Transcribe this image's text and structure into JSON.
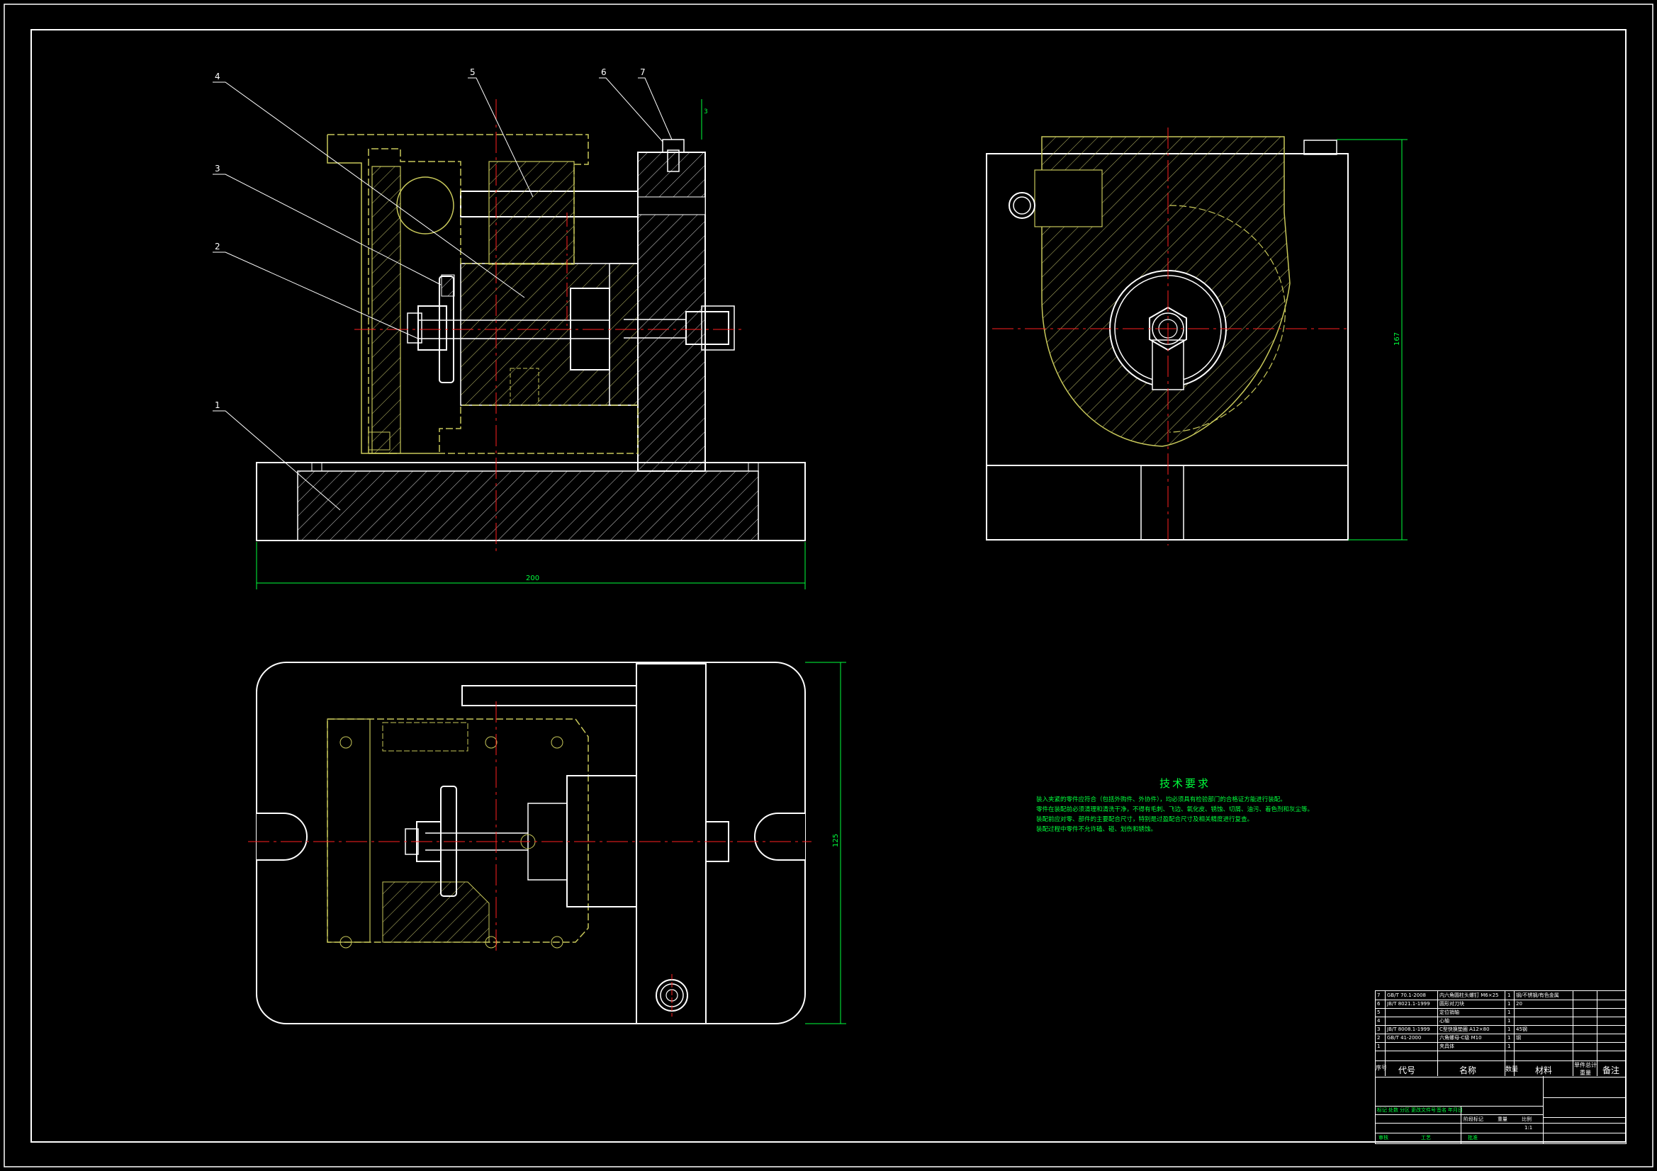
{
  "colors": {
    "background": "#000000",
    "outline": "#ffffff",
    "hidden_part": "#c8c85a",
    "center_line": "#ff2020",
    "dimension": "#00ff3c",
    "hatch": "#bfbf6a"
  },
  "balloons": [
    "1",
    "2",
    "3",
    "4",
    "5",
    "6",
    "7"
  ],
  "dimensions": {
    "front_width": "200",
    "side_height": "167",
    "top_height": "125",
    "top_small": "3"
  },
  "tech": {
    "title": "技术要求",
    "lines": [
      "装入夹紧的零件应符合（包括外购件、外协件），均必须具有检验部门的合格证方能进行装配。",
      "零件在装配前必须清理和清洗干净，不得有毛刺、飞边、氧化皮、锈蚀、切屑、油污、着色剂和灰尘等。",
      "装配前应对零、部件的主要配合尺寸，特别是过盈配合尺寸及相关精度进行复查。",
      "装配过程中零件不允许磕、碰、划伤和锈蚀。"
    ]
  },
  "bom": {
    "rows": [
      {
        "no": "7",
        "code": "GB/T 70.1-2008",
        "name": "内六角圆柱头螺钉 M6×25",
        "qty": "1",
        "mat": "钢/不锈钢/有色金属"
      },
      {
        "no": "6",
        "code": "JB/T 8021.1-1999",
        "name": "圆形对刀块",
        "qty": "1",
        "mat": "20"
      },
      {
        "no": "5",
        "code": "",
        "name": "定位销轴",
        "qty": "1",
        "mat": ""
      },
      {
        "no": "4",
        "code": "",
        "name": "心轴",
        "qty": "1",
        "mat": ""
      },
      {
        "no": "3",
        "code": "JB/T 8008.1-1999",
        "name": "C型快换垫圈 A12×80",
        "qty": "1",
        "mat": "45钢"
      },
      {
        "no": "2",
        "code": "GB/T 41-2000",
        "name": "六角螺母-C级 M10",
        "qty": "1",
        "mat": "钢"
      },
      {
        "no": "1",
        "code": "",
        "name": "夹具体",
        "qty": "1",
        "mat": ""
      }
    ],
    "headers": {
      "no": "序号",
      "code": "代号",
      "name": "名称",
      "qty": "数量",
      "mat": "材料",
      "unit": "单件",
      "total": "总计",
      "weight": "重量",
      "remark": "备注"
    },
    "lower_labels": [
      "标记",
      "处数",
      "分区",
      "更改文件号",
      "签名",
      "年月日"
    ],
    "lower_labels2": [
      "阶段标记",
      "重量",
      "比例"
    ],
    "lower_labels3": [
      "审核",
      "工艺",
      "批准"
    ],
    "scale": "1:1"
  }
}
